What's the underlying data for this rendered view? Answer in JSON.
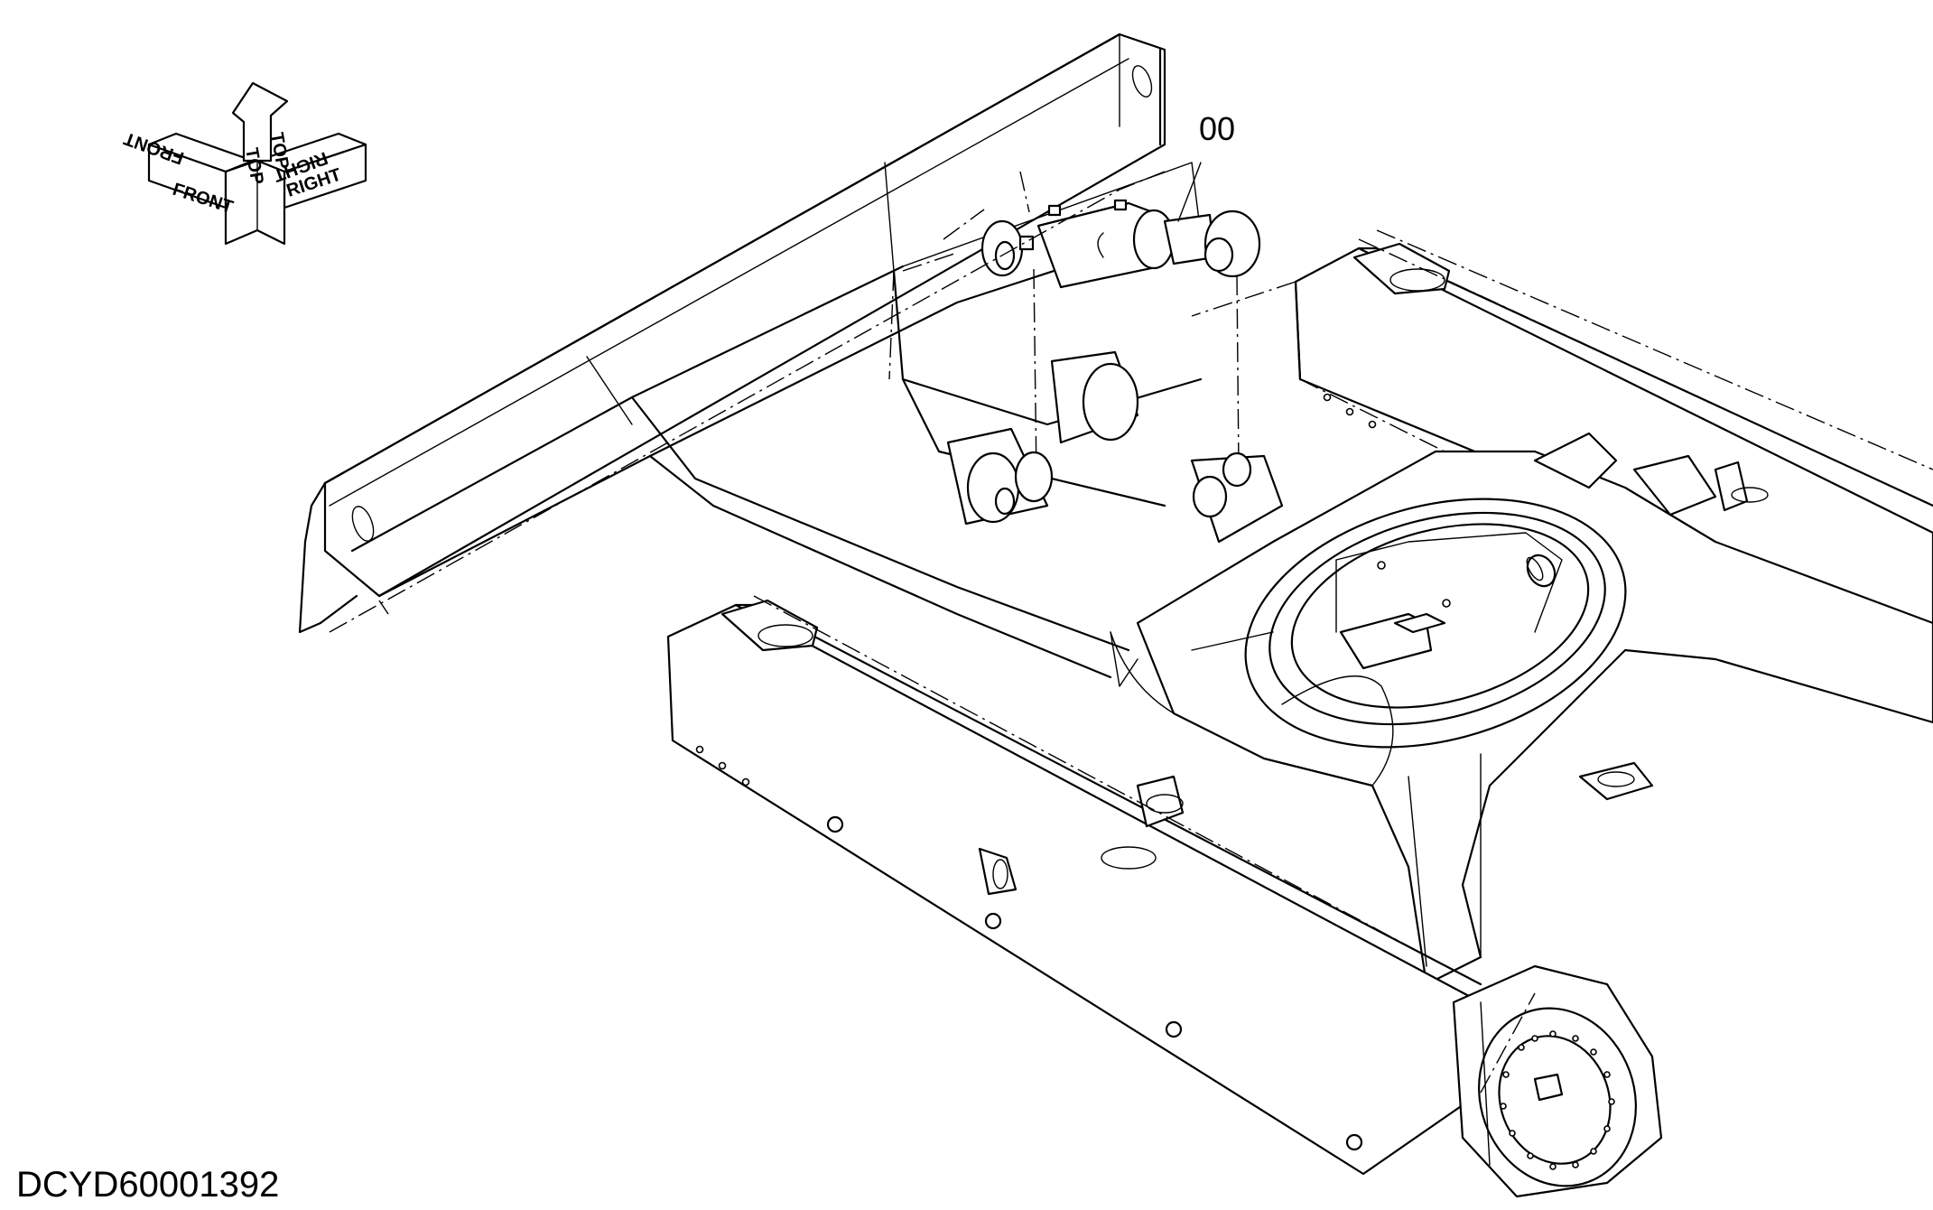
{
  "diagram": {
    "part_callout": "00",
    "figure_code": "DCYD60001392",
    "orientation": {
      "front_label": "FRONT",
      "top_label": "TOP",
      "right_label": "RIGHT"
    }
  }
}
